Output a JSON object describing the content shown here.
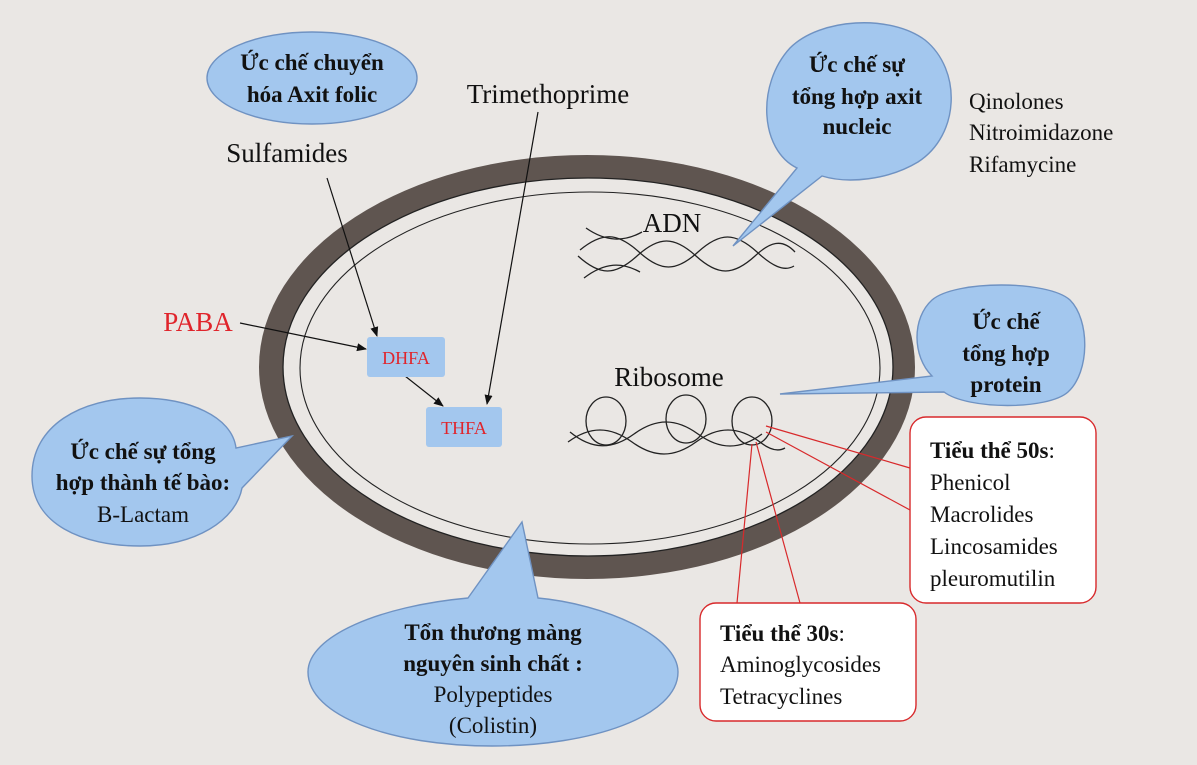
{
  "colors": {
    "background": "#eae7e4",
    "cell_wall": "#5f5550",
    "bubble_fill": "#a3c7ee",
    "bubble_stroke": "#6f92c2",
    "box_fill": "#a3c7ee",
    "red_text": "#e0242b",
    "callout_red": "#d8292b",
    "text": "#111111"
  },
  "bubbles": {
    "folic": {
      "line1": "Ức chế chuyển",
      "line2": "hóa Axit folic"
    },
    "nucleic": {
      "line1": "Ức chế sự",
      "line2": "tổng hợp axit",
      "line3": "nucleic"
    },
    "protein": {
      "line1": "Ức chế",
      "line2": "tổng hợp",
      "line3": "protein"
    },
    "cellwall": {
      "line1": "Ức chế sự tổng",
      "line2": "hợp thành tế bào:",
      "line3": "B-Lactam"
    },
    "membrane": {
      "line1": "Tổn thương màng",
      "line2": "nguyên sinh chất :",
      "line3": "Polypeptides",
      "line4": "(Colistin)"
    }
  },
  "labels": {
    "trimethoprime": "Trimethoprime",
    "sulfamides": "Sulfamides",
    "paba": "PABA",
    "dhfa": "DHFA",
    "thfa": "THFA",
    "adn": "ADN",
    "ribosome": "Ribosome"
  },
  "nucleic_drugs": [
    "Qinolones",
    "Nitroimidazone",
    "Rifamycine"
  ],
  "callout_50s": {
    "title": "Tiểu thể 50s",
    "colon": ":",
    "items": [
      "Phenicol",
      "Macrolides",
      "Lincosamides",
      "pleuromutilin"
    ]
  },
  "callout_30s": {
    "title": "Tiểu thể 30s",
    "colon": ":",
    "items": [
      "Aminoglycosides",
      "Tetracyclines"
    ]
  }
}
